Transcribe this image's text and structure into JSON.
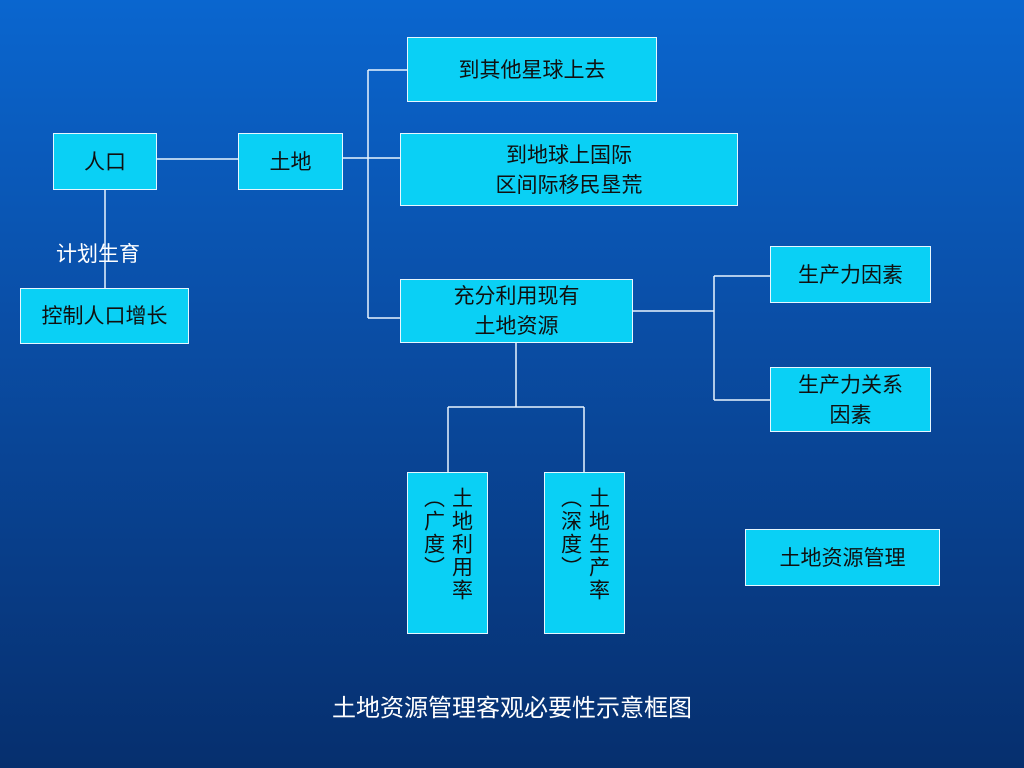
{
  "boxes": {
    "population": "人口",
    "land": "土地",
    "other_planets": "到其他星球上去",
    "intl_migration": "到地球上国际\n区间际移民垦荒",
    "full_use": "充分利用现有\n土地资源",
    "control_pop": "控制人口增长",
    "productivity_factors": "生产力因素",
    "production_relations": "生产力关系\n因素",
    "land_mgmt": "土地资源管理",
    "land_use_rate": {
      "main": "土地利用率",
      "note": "（广度）"
    },
    "land_productivity": {
      "main": "土地生产率",
      "note": "（深度）"
    }
  },
  "labels": {
    "family_planning": "计划生育"
  },
  "caption": "土地资源管理客观必要性示意框图"
}
